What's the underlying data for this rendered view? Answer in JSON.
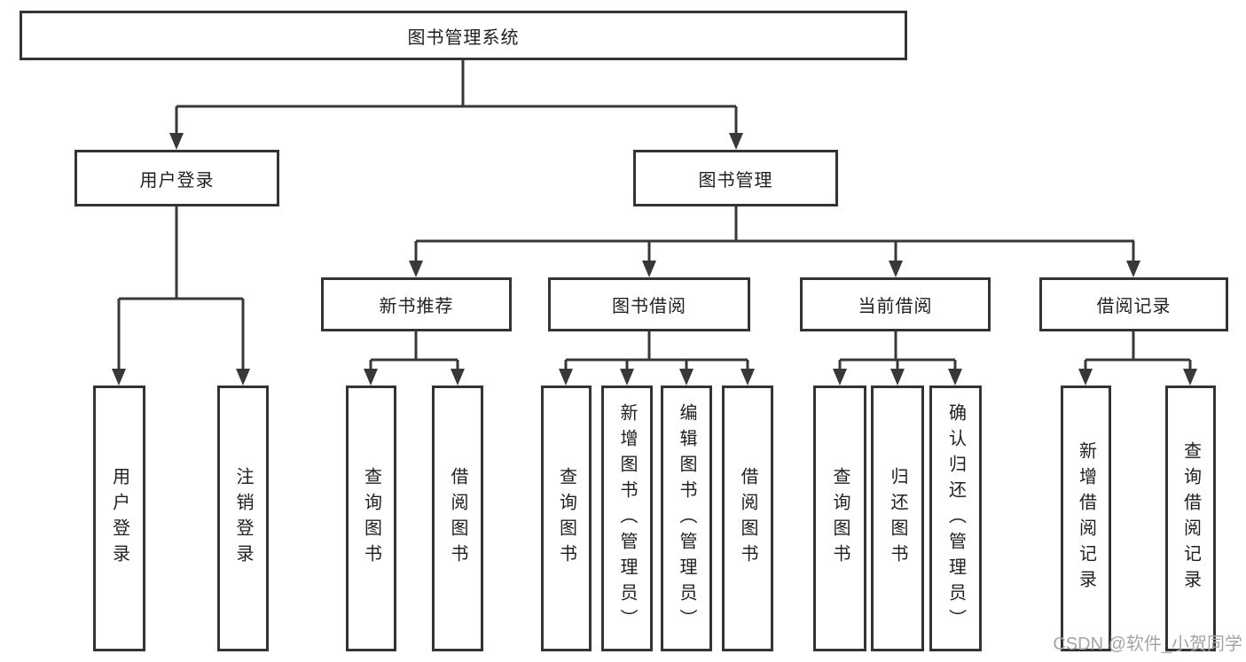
{
  "colors": {
    "line": "#383838",
    "box_border": "#333333",
    "text": "#1f1f1f",
    "watermark": "#a5a5a5",
    "background": "#ffffff"
  },
  "watermark": "CSDN @软件_小贺同学",
  "tree": {
    "root": "图书管理系统",
    "branches": [
      {
        "label": "用户登录",
        "leaves": [
          "用户登录",
          "注销登录"
        ]
      },
      {
        "label": "图书管理",
        "groups": [
          {
            "label": "新书推荐",
            "leaves": [
              "查询图书",
              "借阅图书"
            ]
          },
          {
            "label": "图书借阅",
            "leaves": [
              "查询图书",
              "新增图书（管理员）",
              "编辑图书（管理员）",
              "借阅图书"
            ]
          },
          {
            "label": "当前借阅",
            "leaves": [
              "查询图书",
              "归还图书",
              "确认归还（管理员）"
            ]
          },
          {
            "label": "借阅记录",
            "leaves": [
              "新增借阅记录",
              "查询借阅记录"
            ]
          }
        ]
      }
    ]
  }
}
